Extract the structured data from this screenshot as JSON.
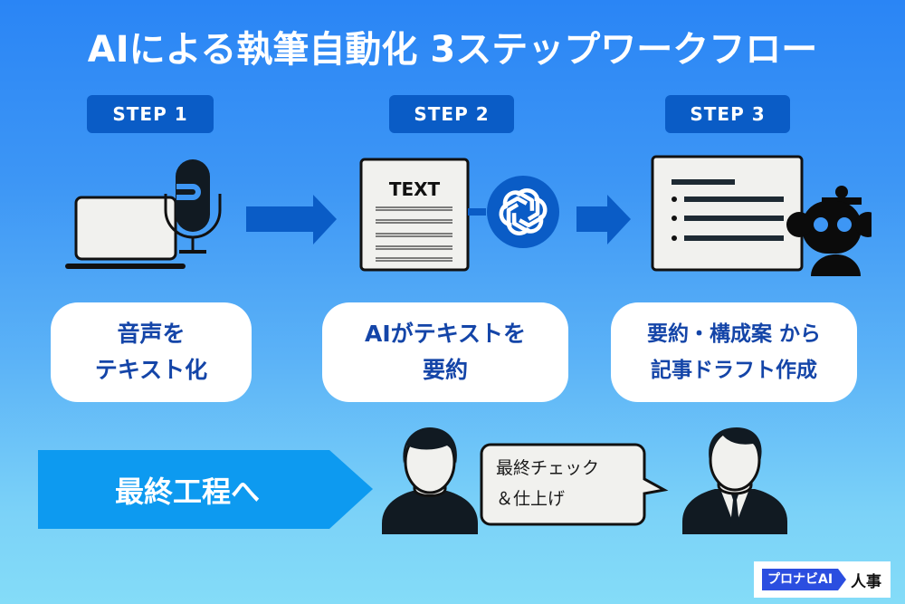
{
  "title": "AIによる執筆自動化 3ステップワークフロー",
  "steps": [
    {
      "badge": "STEP 1",
      "icons": [
        "laptop-icon",
        "microphone-icon"
      ],
      "card_lines": [
        "音声を",
        "テキスト化"
      ]
    },
    {
      "badge": "STEP 2",
      "icons": [
        "text-document-icon",
        "openai-logo-icon"
      ],
      "document_label": "TEXT",
      "card_lines": [
        "AIがテキストを",
        "要約"
      ]
    },
    {
      "badge": "STEP 3",
      "icons": [
        "draft-document-icon",
        "robot-icon"
      ],
      "card_lines": [
        "要約・構成案 から",
        "記事ドラフト作成"
      ]
    }
  ],
  "final": {
    "arrow_label": "最終工程へ",
    "speech_lines": [
      "最終チェック",
      "＆仕上げ"
    ],
    "icons": [
      "person-icon",
      "speech-bubble-icon",
      "businessman-icon"
    ]
  },
  "logo": {
    "brand": "プロナビAI",
    "suffix": "人事"
  },
  "colors": {
    "badge": "#0a5cc6",
    "flow_arrow": "#0a5cc6",
    "final_arrow": "#0d9af0",
    "card_text": "#1445a8",
    "logo_blue": "#2b4ee0"
  }
}
